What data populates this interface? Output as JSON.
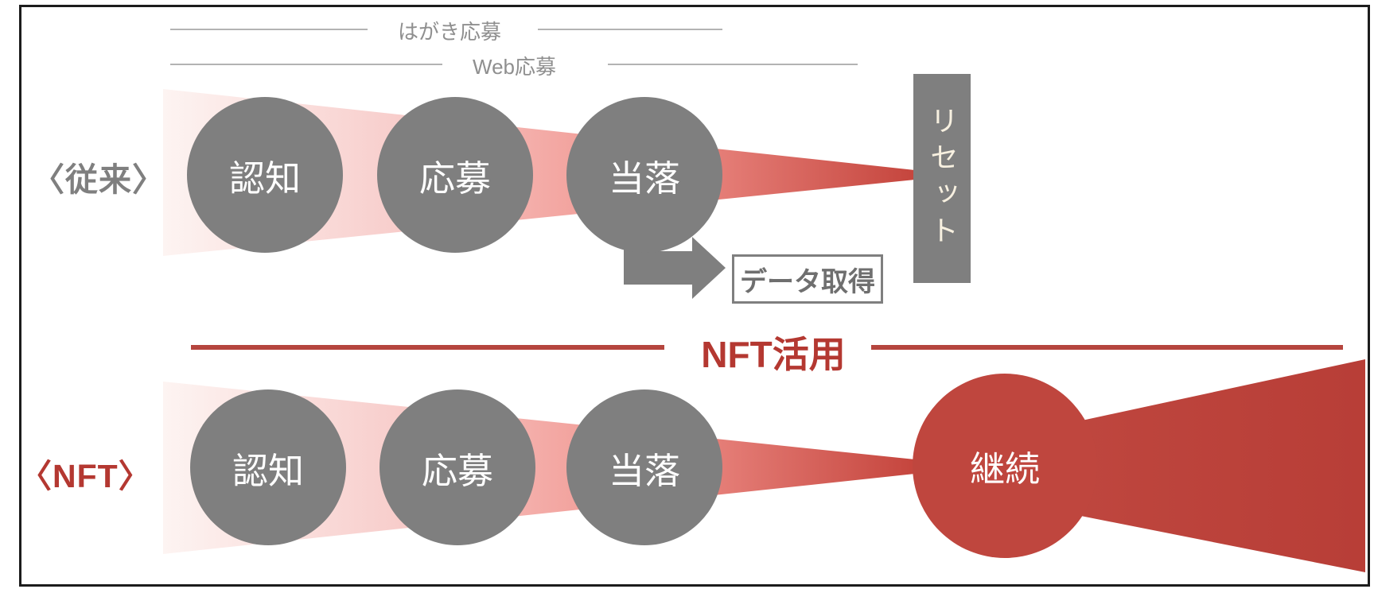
{
  "traditional": {
    "label": "〈従来〉",
    "bracket_top_label": "はがき応募",
    "bracket_bottom_label": "Web応募",
    "steps": [
      "認知",
      "応募",
      "当落"
    ],
    "reset_label": "リセット",
    "data_box_label": "データ取得"
  },
  "divider": {
    "label": "NFT活用"
  },
  "nft": {
    "label": "〈NFT〉",
    "steps": [
      "認知",
      "応募",
      "当落"
    ],
    "continue_label": "継続"
  },
  "colors": {
    "step_gray": "#7f7f7f",
    "accent_red_text": "#b43831",
    "accent_red_line": "#b5453e",
    "shape_red": "#bf463e",
    "funnel_fade_start": "#fdf4f2",
    "funnel_fade_end": "#c5453d",
    "bracket_gray": "#8f8f8f",
    "frame_border": "#1c1c1c"
  }
}
